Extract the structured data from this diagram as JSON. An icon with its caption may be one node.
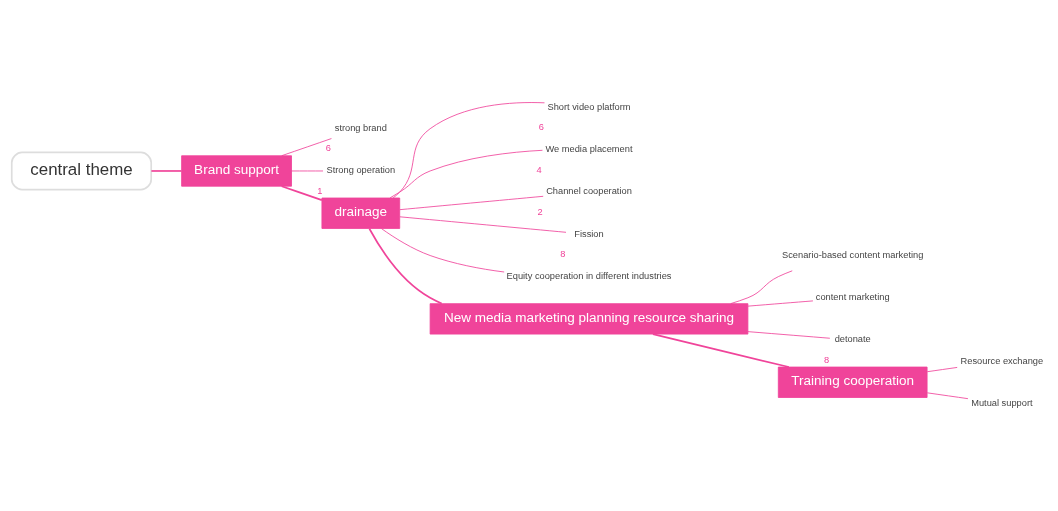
{
  "diagram": {
    "nodes": [
      {
        "text": [
          "central theme"
        ]
      },
      {
        "text": [
          "Brand support"
        ]
      },
      {
        "text": [
          "strong brand"
        ],
        "beside": [
          "6"
        ]
      },
      {
        "text": [
          "Strong operation"
        ],
        "beside": [
          "1"
        ]
      },
      {
        "text": [
          "drainage"
        ]
      },
      {
        "text": [
          "Short video platform"
        ],
        "beside": [
          "6"
        ]
      },
      {
        "text": [
          "We media placement"
        ],
        "beside": [
          "4"
        ]
      },
      {
        "text": [
          "Channel cooperation"
        ],
        "beside": [
          "2"
        ]
      },
      {
        "text": [
          "Fission"
        ],
        "beside": [
          "8"
        ]
      },
      {
        "text": [
          "Equity cooperation in different industries"
        ]
      },
      {
        "text": [
          "New media marketing planning resource sharing"
        ]
      },
      {
        "text": [
          "Scenario-based content marketing"
        ]
      },
      {
        "text": [
          "content marketing"
        ]
      },
      {
        "text": [
          "detonate"
        ],
        "beside": [
          "8"
        ]
      },
      {
        "text": [
          "Training cooperation"
        ]
      },
      {
        "text": [
          "Resource exchange"
        ]
      },
      {
        "text": [
          "Mutual support"
        ]
      }
    ],
    "edges": [
      {
        "from": 0,
        "to": 1,
        "arrow": "none"
      },
      {
        "from": 1,
        "to": 2,
        "arrow": "none"
      },
      {
        "from": 1,
        "to": 3,
        "arrow": "none"
      },
      {
        "from": 1,
        "to": 4,
        "arrow": "none"
      },
      {
        "from": 4,
        "to": 5,
        "arrow": "none"
      },
      {
        "from": 4,
        "to": 6,
        "arrow": "none"
      },
      {
        "from": 4,
        "to": 7,
        "arrow": "none"
      },
      {
        "from": 4,
        "to": 8,
        "arrow": "none"
      },
      {
        "from": 4,
        "to": 9,
        "arrow": "none"
      },
      {
        "from": 4,
        "to": 10,
        "arrow": "none"
      },
      {
        "from": 10,
        "to": 11,
        "arrow": "none"
      },
      {
        "from": 10,
        "to": 12,
        "arrow": "none"
      },
      {
        "from": 10,
        "to": 13,
        "arrow": "none"
      },
      {
        "from": 10,
        "to": 14,
        "arrow": "none"
      },
      {
        "from": 14,
        "to": 15,
        "arrow": "none"
      },
      {
        "from": 14,
        "to": 16,
        "arrow": "none"
      }
    ]
  }
}
